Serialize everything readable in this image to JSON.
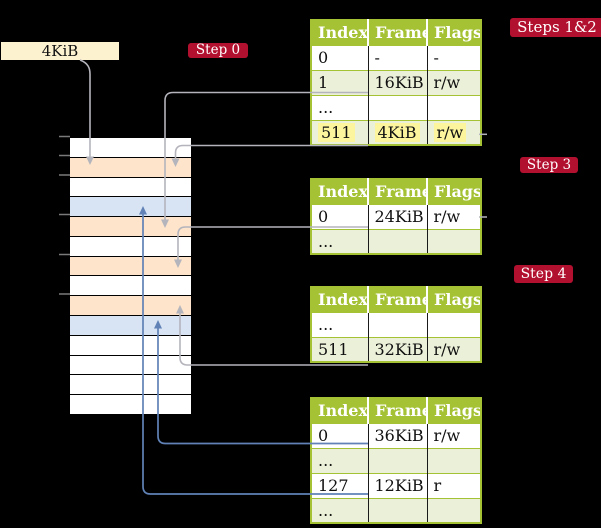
{
  "size_box_label": "4KiB",
  "badges": [
    {
      "id": "step-0",
      "label": "Step 0"
    },
    {
      "id": "steps-1-2",
      "label": "Steps 1&2"
    },
    {
      "id": "step-3",
      "label": "Step 3"
    },
    {
      "id": "step-4",
      "label": "Step 4"
    }
  ],
  "tables": [
    {
      "columns": [
        "Index",
        "Frame",
        "Flags"
      ],
      "rows": [
        {
          "cells": [
            "0",
            "-",
            "-"
          ],
          "shaded": false,
          "highlighted": false
        },
        {
          "cells": [
            "1",
            "16KiB",
            "r/w"
          ],
          "shaded": true,
          "highlighted": false
        },
        {
          "cells": [
            "...",
            "",
            ""
          ],
          "shaded": false,
          "highlighted": false
        },
        {
          "cells": [
            "511",
            "4KiB",
            "r/w"
          ],
          "shaded": true,
          "highlighted": true
        }
      ]
    },
    {
      "columns": [
        "Index",
        "Frame",
        "Flags"
      ],
      "rows": [
        {
          "cells": [
            "0",
            "24KiB",
            "r/w"
          ],
          "shaded": false,
          "highlighted": false
        },
        {
          "cells": [
            "...",
            "",
            ""
          ],
          "shaded": true,
          "highlighted": false
        }
      ]
    },
    {
      "columns": [
        "Index",
        "Frame",
        "Flags"
      ],
      "rows": [
        {
          "cells": [
            "...",
            "",
            ""
          ],
          "shaded": false,
          "highlighted": false
        },
        {
          "cells": [
            "511",
            "32KiB",
            "r/w"
          ],
          "shaded": true,
          "highlighted": false
        }
      ]
    },
    {
      "columns": [
        "Index",
        "Frame",
        "Flags"
      ],
      "rows": [
        {
          "cells": [
            "0",
            "36KiB",
            "r/w"
          ],
          "shaded": false,
          "highlighted": false
        },
        {
          "cells": [
            "...",
            "",
            ""
          ],
          "shaded": true,
          "highlighted": false
        },
        {
          "cells": [
            "127",
            "12KiB",
            "r"
          ],
          "shaded": false,
          "highlighted": false
        },
        {
          "cells": [
            "...",
            "",
            ""
          ],
          "shaded": true,
          "highlighted": false
        }
      ]
    }
  ],
  "memory": {
    "rows": [
      "white",
      "peach",
      "white",
      "blue",
      "peach",
      "white",
      "peach",
      "white",
      "peach",
      "blue",
      "white",
      "white",
      "white",
      "white"
    ],
    "tick_count": 6
  },
  "connections": [
    {
      "source": "size-box",
      "target": "memory-row-2",
      "color": "gray"
    },
    {
      "source": "table-0-row-1",
      "target": "memory-row-5",
      "color": "gray"
    },
    {
      "source": "table-0-row-511",
      "target": "memory-row-2",
      "color": "gray"
    },
    {
      "source": "table-1-row-0",
      "target": "memory-row-7",
      "color": "gray"
    },
    {
      "source": "table-2-row-511",
      "target": "memory-row-9",
      "color": "gray"
    },
    {
      "source": "table-3-row-0",
      "target": "memory-row-10",
      "color": "blue"
    },
    {
      "source": "table-3-row-127",
      "target": "memory-row-4",
      "color": "blue"
    }
  ],
  "colors": {
    "background": "#000000",
    "table_header_green": "#a4c233",
    "table_row_green": "#ebf0d8",
    "badge_red": "#b2102f",
    "highlight_yellow": "#fcf59e",
    "size_box_cream": "#fdf2cf",
    "memory_peach": "#fde4cb",
    "memory_blue": "#d8e4f4",
    "arrow_gray": "#b4b4bc",
    "arrow_blue": "#6082b6",
    "tick_gray": "#7a7a7a"
  }
}
